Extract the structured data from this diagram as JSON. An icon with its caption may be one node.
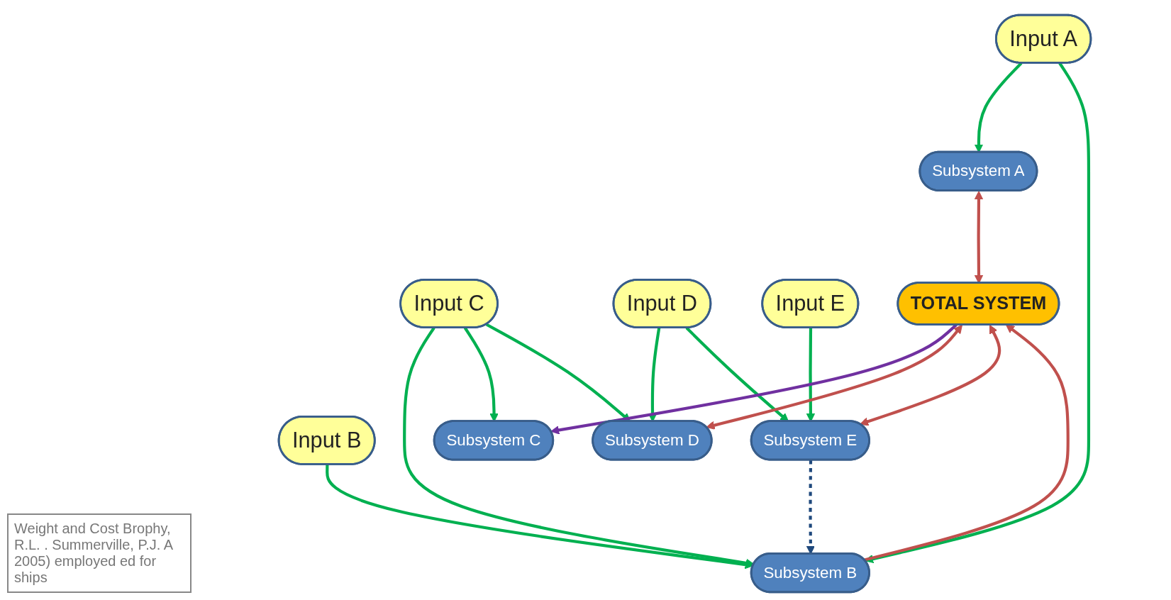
{
  "diagram": {
    "nodes": [
      {
        "text": [
          "Input A"
        ]
      },
      {
        "text": [
          "Input B"
        ]
      },
      {
        "text": [
          "Input C"
        ]
      },
      {
        "text": [
          "Input D"
        ]
      },
      {
        "text": [
          "Input E"
        ]
      },
      {
        "text": [
          "Subsystem A"
        ]
      },
      {
        "text": [
          "Subsystem B"
        ]
      },
      {
        "text": [
          "Subsystem C"
        ]
      },
      {
        "text": [
          "Subsystem D"
        ]
      },
      {
        "text": [
          "Subsystem E"
        ]
      },
      {
        "text": [
          "TOTAL SYSTEM"
        ]
      }
    ],
    "edges": [
      {
        "from": 0,
        "to": 5,
        "arrow": "to"
      },
      {
        "from": 0,
        "to": 6,
        "arrow": "to"
      },
      {
        "from": 1,
        "to": 6,
        "arrow": "to"
      },
      {
        "from": 2,
        "to": 6,
        "arrow": "to"
      },
      {
        "from": 2,
        "to": 7,
        "arrow": "to"
      },
      {
        "from": 2,
        "to": 8,
        "arrow": "to"
      },
      {
        "from": 3,
        "to": 8,
        "arrow": "to"
      },
      {
        "from": 3,
        "to": 9,
        "arrow": "to"
      },
      {
        "from": 4,
        "to": 9,
        "arrow": "to"
      },
      {
        "from": 5,
        "to": 10,
        "arrow": "both",
        "color": "#c0504d"
      },
      {
        "from": 6,
        "to": 10,
        "arrow": "to",
        "color": "#c0504d"
      },
      {
        "from": 10,
        "to": 7,
        "arrow": "to",
        "color": "#7030a0"
      },
      {
        "from": 10,
        "to": 8,
        "arrow": "both",
        "color": "#c0504d"
      },
      {
        "from": 10,
        "to": 9,
        "arrow": "both",
        "color": "#c0504d"
      },
      {
        "from": 9,
        "to": 6,
        "arrow": "to",
        "style": "dashed",
        "color": "#1f497d"
      }
    ],
    "labels": [
      "Weight and Cost Brophy, R.L. . Summerville, P.J. A 2005) employed ed for ships"
    ]
  }
}
